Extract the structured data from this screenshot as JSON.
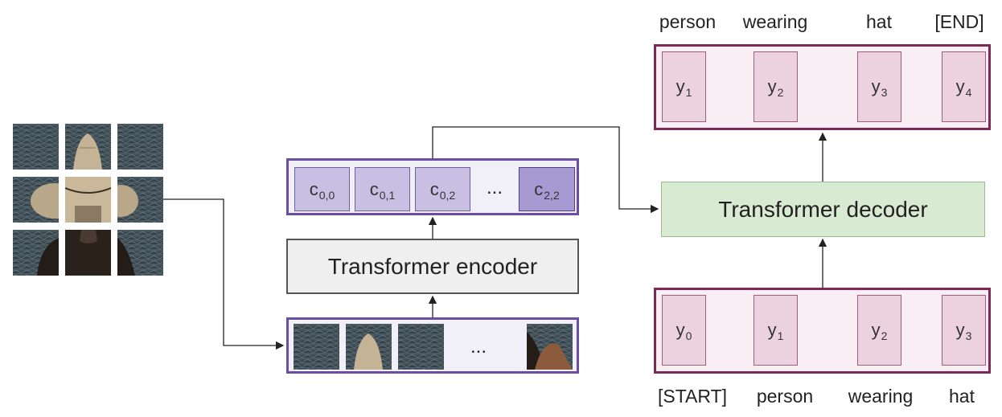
{
  "encoder": {
    "label": "Transformer encoder"
  },
  "decoder": {
    "label": "Transformer decoder"
  },
  "context_vectors": [
    {
      "base": "c",
      "sub": "0,0"
    },
    {
      "base": "c",
      "sub": "0,1"
    },
    {
      "base": "c",
      "sub": "0,2"
    },
    {
      "base": "c",
      "sub": "2,2"
    }
  ],
  "context_ellipsis": "...",
  "patch_ellipsis": "...",
  "decoder_inputs": [
    {
      "base": "y",
      "sub": "0"
    },
    {
      "base": "y",
      "sub": "1"
    },
    {
      "base": "y",
      "sub": "2"
    },
    {
      "base": "y",
      "sub": "3"
    }
  ],
  "decoder_outputs": [
    {
      "base": "y",
      "sub": "1"
    },
    {
      "base": "y",
      "sub": "2"
    },
    {
      "base": "y",
      "sub": "3"
    },
    {
      "base": "y",
      "sub": "4"
    }
  ],
  "input_words": [
    "[START]",
    "person",
    "wearing",
    "hat"
  ],
  "output_words": [
    "person",
    "wearing",
    "hat",
    "[END]"
  ],
  "colors": {
    "encoder_border": "#555555",
    "sequence_purple": "#6a4ea3",
    "sequence_maroon": "#7b2a55",
    "decoder_fill": "#d9ead3",
    "water": "#3c4a52",
    "hat": "#c9b89a"
  }
}
